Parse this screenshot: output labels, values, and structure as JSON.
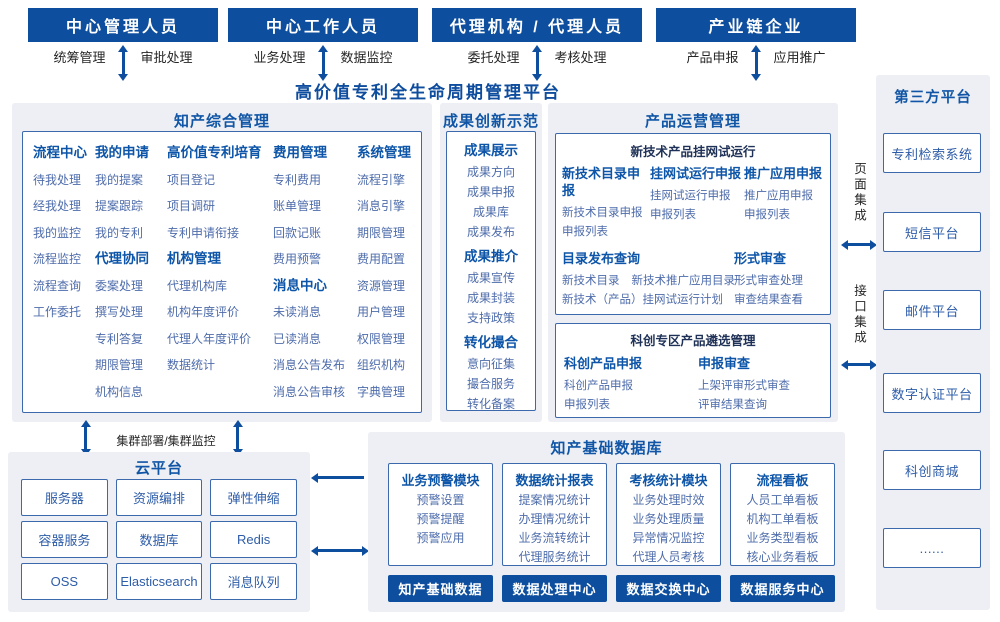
{
  "platform_title": "高价值专利全生命周期管理平台",
  "top_groups": [
    {
      "title": "中心管理人员",
      "left": "统筹管理",
      "right": "审批处理"
    },
    {
      "title": "中心工作人员",
      "left": "业务处理",
      "right": "数据监控"
    },
    {
      "title": "代理机构 / 代理人员",
      "left": "委托处理",
      "right": "考核处理"
    },
    {
      "title": "产业链企业",
      "left": "产品申报",
      "right": "应用推广"
    }
  ],
  "zhichan": {
    "title": "知产综合管理",
    "columns": [
      {
        "groups": [
          {
            "header": "流程中心",
            "items": [
              "待我处理",
              "经我处理",
              "我的监控",
              "流程监控",
              "流程查询",
              "工作委托"
            ]
          }
        ]
      },
      {
        "groups": [
          {
            "header": "我的申请",
            "items": [
              "我的提案",
              "提案跟踪",
              "我的专利"
            ]
          },
          {
            "header": "代理协同",
            "items": [
              "委案处理",
              "撰写处理",
              "专利答复",
              "期限管理",
              "机构信息"
            ]
          }
        ]
      },
      {
        "groups": [
          {
            "header": "高价值专利培育",
            "items": [
              "项目登记",
              "项目调研",
              "专利申请衔接"
            ]
          },
          {
            "header": "机构管理",
            "items": [
              "代理机构库",
              "机构年度评价",
              "代理人年度评价",
              "数据统计"
            ]
          }
        ]
      },
      {
        "groups": [
          {
            "header": "费用管理",
            "items": [
              "专利费用",
              "账单管理",
              "回款记账",
              "费用预警"
            ]
          },
          {
            "header": "消息中心",
            "items": [
              "未读消息",
              "已读消息",
              "消息公告发布",
              "消息公告审核"
            ]
          }
        ]
      },
      {
        "groups": [
          {
            "header": "系统管理",
            "items": [
              "流程引擎",
              "消息引擎",
              "期限管理",
              "费用配置",
              "资源管理",
              "用户管理",
              "权限管理",
              "组织机构",
              "字典管理"
            ]
          }
        ]
      }
    ]
  },
  "chengguo": {
    "title": "成果创新示范",
    "groups": [
      {
        "header": "成果展示",
        "items": [
          "成果方向",
          "成果申报",
          "成果库",
          "成果发布"
        ]
      },
      {
        "header": "成果推介",
        "items": [
          "成果宣传",
          "成果封装",
          "支持政策"
        ]
      },
      {
        "header": "转化撮合",
        "items": [
          "意向征集",
          "撮合服务",
          "转化备案"
        ]
      }
    ]
  },
  "chanpin": {
    "title": "产品运营管理",
    "box1": {
      "title": "新技术产品挂网试运行",
      "cols": [
        {
          "header": "新技术目录申报",
          "items": [
            "新技术目录申报",
            "申报列表"
          ]
        },
        {
          "header": "挂网试运行申报",
          "items": [
            "挂网试运行申报",
            "申报列表"
          ]
        },
        {
          "header": "推广应用申报",
          "items": [
            "推广应用申报",
            "申报列表"
          ]
        }
      ],
      "catalog": {
        "header": "目录发布查询",
        "line1": [
          "新技术目录",
          "新技术推广应用目录"
        ],
        "line2": "新技术（产品）挂网试运行计划"
      },
      "review": {
        "header": "形式审查",
        "items": [
          "形式审查处理",
          "审查结果查看"
        ]
      }
    },
    "box2": {
      "title": "科创专区产品遴选管理",
      "cols": [
        {
          "header": "科创产品申报",
          "items": [
            "科创产品申报",
            "申报列表"
          ]
        },
        {
          "header": "申报审查",
          "items": [
            "上架评审形式审查",
            "评审结果查询"
          ]
        }
      ]
    }
  },
  "integration": {
    "page_label": "页面集成",
    "api_label": "接口集成"
  },
  "third_party": {
    "title": "第三方平台",
    "items": [
      "专利检索系统",
      "短信平台",
      "邮件平台",
      "数字认证平台",
      "科创商城",
      "......"
    ]
  },
  "cluster_label": "集群部署/集群监控",
  "cloud": {
    "title": "云平台",
    "cells": [
      "服务器",
      "资源编排",
      "弹性伸缩",
      "容器服务",
      "数据库",
      "Redis",
      "OSS",
      "Elasticsearch",
      "消息队列"
    ]
  },
  "database": {
    "title": "知产基础数据库",
    "modules": [
      {
        "header": "业务预警模块",
        "items": [
          "预警设置",
          "预警提醒",
          "预警应用"
        ]
      },
      {
        "header": "数据统计报表",
        "items": [
          "提案情况统计",
          "办理情况统计",
          "业务流转统计",
          "代理服务统计"
        ]
      },
      {
        "header": "考核统计模块",
        "items": [
          "业务处理时效",
          "业务处理质量",
          "异常情况监控",
          "代理人员考核"
        ]
      },
      {
        "header": "流程看板",
        "items": [
          "人员工单看板",
          "机构工单看板",
          "业务类型看板",
          "核心业务看板"
        ]
      }
    ],
    "buttons": [
      "知产基础数据",
      "数据处理中心",
      "数据交换中心",
      "数据服务中心"
    ]
  },
  "colors": {
    "primary_blue": "#0d4e9e",
    "section_bg": "#edeff4",
    "group_header_blue": "#0d55a8",
    "item_blue": "#4e6cab",
    "inner_title_navy": "#1f3156",
    "box_border": "#3c69ac"
  }
}
